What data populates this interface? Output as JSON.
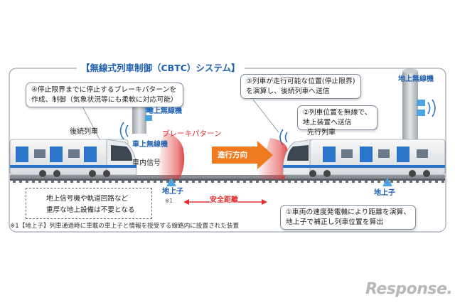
{
  "title": "【無線式列車制御（CBTC）システム】",
  "callouts": {
    "brake": [
      "④停止限界までに停止するブレーキパターンを",
      "作成、制御（気象状況等にも柔軟に対応可能）"
    ],
    "limit": [
      "③列車が走行可能な位置(停止限界)",
      "を演算し、後続列車へ送信"
    ],
    "position": [
      "②列車位置を無線で、",
      "地上装置へ送信"
    ],
    "speed": [
      "①車両の速度発電機により距離を演算、",
      "地上子で補正し列車位置を算出"
    ]
  },
  "labels": {
    "following_train": "後続列車",
    "leading_train": "先行列車",
    "ground_radio_left": "地上無線機",
    "ground_radio_right": "地上無線機",
    "onboard_radio": "車上無線機",
    "cab_signal": "車内信号",
    "brake_pattern": "ブレーキパターン",
    "direction": "進行方向",
    "safe_distance": "安全距離",
    "balise_left": "地上子",
    "balise_left_note": "※1",
    "balise_right": "地上子"
  },
  "note": [
    "地上信号機や軌道回路など",
    "重厚な地上設備は不要となる"
  ],
  "footnote": "※1【地上子】列車通過時に車載の車上子と情報を授受する線路内に設置された装置",
  "logo": "Response.",
  "colors": {
    "accent_blue": "#1f5fb0",
    "brake_red": "#e03030",
    "arrow_orange": "#f07a20",
    "train_blue": "#2a74c9",
    "balise_blue": "#4da3e0"
  }
}
